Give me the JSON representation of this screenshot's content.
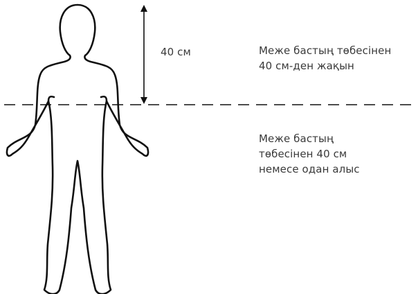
{
  "diagram": {
    "measurement": {
      "value_cm": 40,
      "label": "40 см"
    },
    "zones": {
      "above_line": {
        "lines": [
          "Меже бастың төбесінен",
          "40 см-ден жақын"
        ]
      },
      "below_line": {
        "lines": [
          "Меже бастың",
          "төбесінен 40 см",
          "немесе одан алыс"
        ]
      }
    },
    "colors": {
      "outline": "#111111",
      "text": "#3a3a3a",
      "background": "#ffffff"
    }
  }
}
